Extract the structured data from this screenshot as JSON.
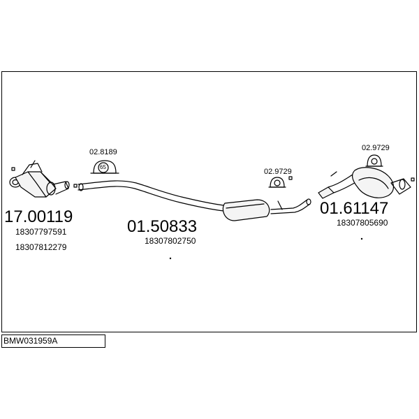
{
  "catalog_code": "BMW031959A",
  "parts": [
    {
      "id": "catalyst",
      "number": "17.00119",
      "refs": [
        "18307797591",
        "18307812279"
      ]
    },
    {
      "id": "middle-pipe",
      "number": "01.50833",
      "refs": [
        "18307802750"
      ]
    },
    {
      "id": "rear-silencer",
      "number": "01.61147",
      "refs": [
        "18307805690"
      ]
    }
  ],
  "hardware": [
    {
      "id": "mount-a",
      "number": "02.8189",
      "marking": "65"
    },
    {
      "id": "mount-b",
      "number": "02.9729"
    },
    {
      "id": "mount-c",
      "number": "02.9729"
    }
  ]
}
